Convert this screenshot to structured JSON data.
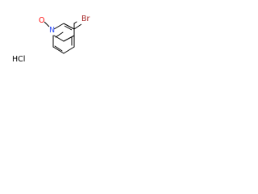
{
  "molecule": {
    "atoms": {
      "oxygen": "O",
      "nitrogen": "N",
      "bromine": "Br"
    },
    "counterion": "HCl"
  },
  "colors": {
    "bond": "#000000",
    "oxygen": "#ff0d0d",
    "nitrogen": "#3050f8",
    "bromine": "#a62929",
    "text": "#000000",
    "background": "#ffffff"
  }
}
